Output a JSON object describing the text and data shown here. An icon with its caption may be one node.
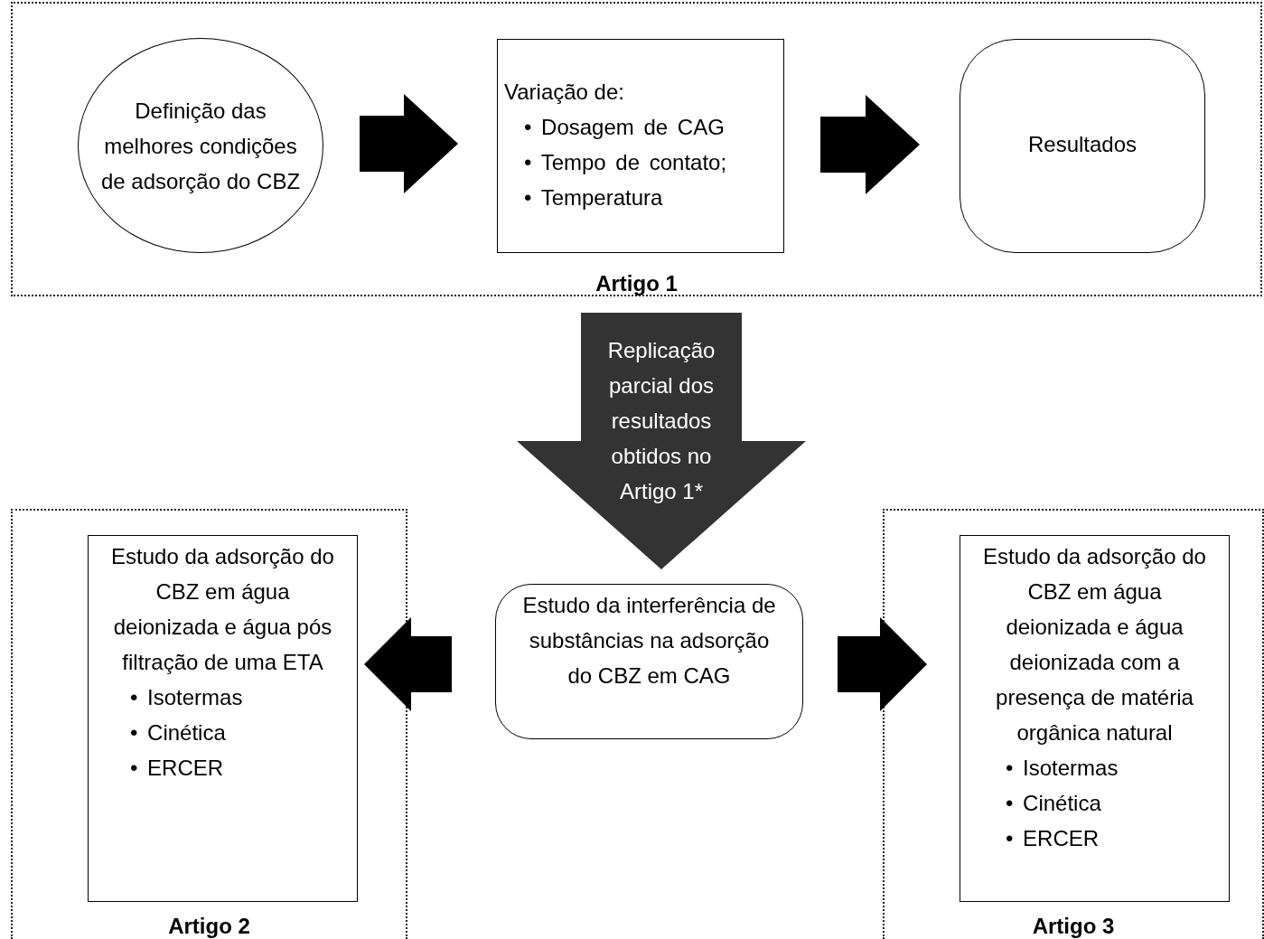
{
  "diagram": {
    "nodes": [
      {
        "text": [
          "Artigo 1"
        ]
      },
      {
        "text": [
          "Definição das melhores condições de adsorção do CBZ"
        ],
        "in": 0
      },
      {
        "text": [
          "Variação de:",
          "• Dosagem de CAG",
          "• Tempo de contato;",
          "• Temperatura"
        ],
        "in": 0
      },
      {
        "text": [
          "Resultados"
        ],
        "in": 0
      },
      {
        "text": [
          "Artigo 2"
        ]
      },
      {
        "text": [
          "Estudo da adsorção do CBZ em água deionizada e água pós filtração de uma ETA",
          "• Isotermas",
          "• Cinética",
          "• ERCER"
        ],
        "in": 4
      },
      {
        "text": [
          "Estudo da interferência de substâncias na adsorção do CBZ em CAG"
        ]
      },
      {
        "text": [
          "Artigo 3"
        ]
      },
      {
        "text": [
          "Estudo da adsorção do CBZ em água deionizada e água deionizada com a presença de matéria orgânica natural",
          "• Isotermas",
          "• Cinética",
          "• ERCER"
        ],
        "in": 7
      }
    ],
    "edges": [
      {
        "from": 1,
        "to": 2,
        "arrow": "to"
      },
      {
        "from": 2,
        "to": 3,
        "arrow": "to"
      },
      {
        "from": 0,
        "to": 6,
        "arrow": "to",
        "label": "Replicação parcial dos resultados obtidos no Artigo 1*",
        "color": "#333333"
      },
      {
        "from": 6,
        "to": 5,
        "arrow": "to"
      },
      {
        "from": 6,
        "to": 8,
        "arrow": "to"
      }
    ]
  }
}
